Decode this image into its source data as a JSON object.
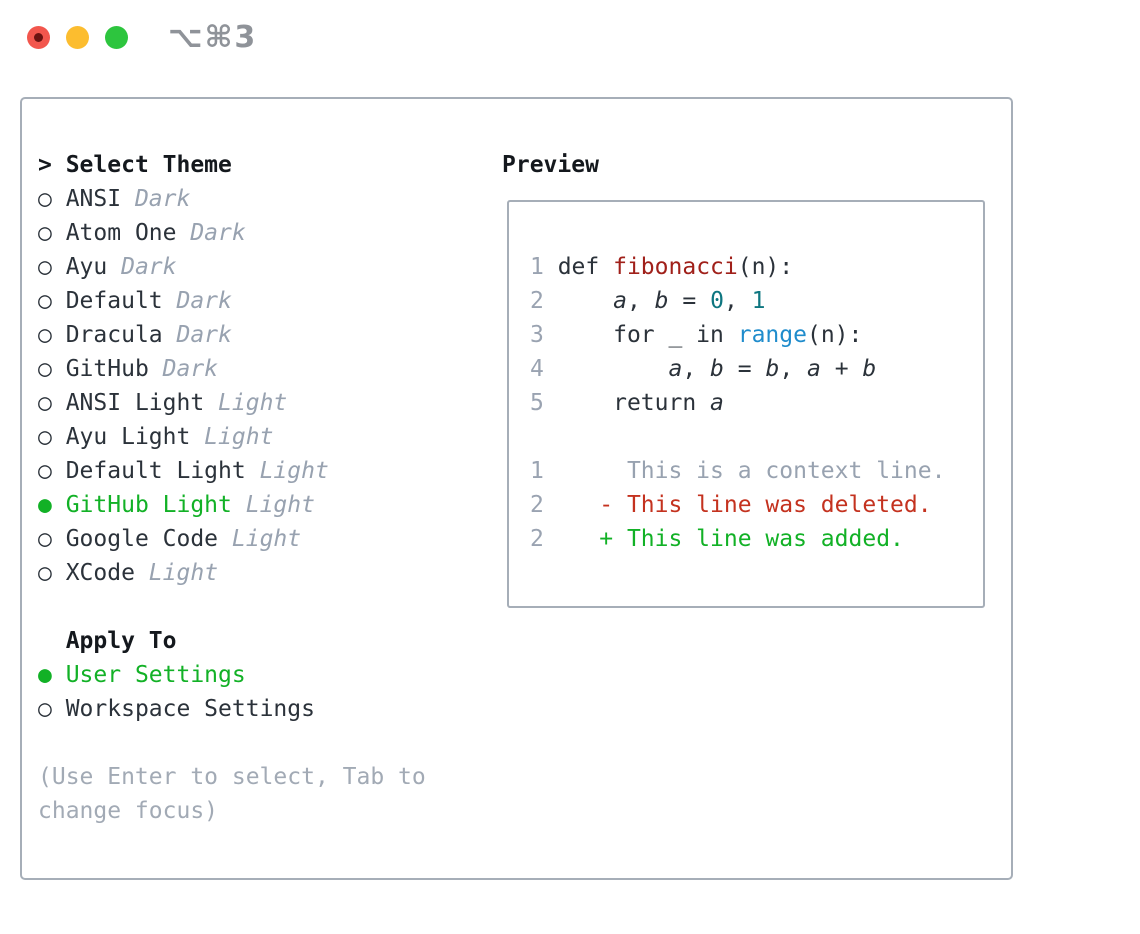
{
  "window": {
    "shortcut": "⌥⌘3"
  },
  "icons": {
    "radio_off": "○",
    "radio_on": "●",
    "cursor": ">"
  },
  "theme_panel": {
    "title": "Select Theme",
    "themes": [
      {
        "name": "ANSI",
        "variant": "Dark",
        "selected": false
      },
      {
        "name": "Atom One",
        "variant": "Dark",
        "selected": false
      },
      {
        "name": "Ayu",
        "variant": "Dark",
        "selected": false
      },
      {
        "name": "Default",
        "variant": "Dark",
        "selected": false
      },
      {
        "name": "Dracula",
        "variant": "Dark",
        "selected": false
      },
      {
        "name": "GitHub",
        "variant": "Dark",
        "selected": false
      },
      {
        "name": "ANSI Light",
        "variant": "Light",
        "selected": false
      },
      {
        "name": "Ayu Light",
        "variant": "Light",
        "selected": false
      },
      {
        "name": "Default Light",
        "variant": "Light",
        "selected": false
      },
      {
        "name": "GitHub Light",
        "variant": "Light",
        "selected": true
      },
      {
        "name": "Google Code",
        "variant": "Light",
        "selected": false
      },
      {
        "name": "XCode",
        "variant": "Light",
        "selected": false
      }
    ],
    "apply_to": {
      "title": "Apply To",
      "options": [
        {
          "label": "User Settings",
          "selected": true
        },
        {
          "label": "Workspace Settings",
          "selected": false
        }
      ]
    },
    "help_lines": [
      "(Use Enter to select, Tab to",
      "change focus)"
    ]
  },
  "preview": {
    "title": "Preview",
    "code_lines": [
      {
        "num": "1",
        "tokens": [
          {
            "t": " def ",
            "c": "code"
          },
          {
            "t": "fibonacci",
            "c": "fn"
          },
          {
            "t": "(n):",
            "c": "code"
          }
        ]
      },
      {
        "num": "2",
        "tokens": [
          {
            "t": "     ",
            "c": "code"
          },
          {
            "t": "a",
            "c": "var"
          },
          {
            "t": ", ",
            "c": "code"
          },
          {
            "t": "b",
            "c": "var"
          },
          {
            "t": " = ",
            "c": "code"
          },
          {
            "t": "0",
            "c": "num"
          },
          {
            "t": ", ",
            "c": "code"
          },
          {
            "t": "1",
            "c": "num"
          }
        ]
      },
      {
        "num": "3",
        "tokens": [
          {
            "t": "     for _ in ",
            "c": "code"
          },
          {
            "t": "range",
            "c": "builtin"
          },
          {
            "t": "(n):",
            "c": "code"
          }
        ]
      },
      {
        "num": "4",
        "tokens": [
          {
            "t": "         ",
            "c": "code"
          },
          {
            "t": "a",
            "c": "var"
          },
          {
            "t": ", ",
            "c": "code"
          },
          {
            "t": "b",
            "c": "var"
          },
          {
            "t": " = ",
            "c": "code"
          },
          {
            "t": "b",
            "c": "var"
          },
          {
            "t": ", ",
            "c": "code"
          },
          {
            "t": "a",
            "c": "var"
          },
          {
            "t": " + ",
            "c": "code"
          },
          {
            "t": "b",
            "c": "var"
          }
        ]
      },
      {
        "num": "5",
        "tokens": [
          {
            "t": "     return ",
            "c": "code"
          },
          {
            "t": "a",
            "c": "var"
          }
        ]
      },
      {
        "num": "",
        "tokens": []
      },
      {
        "num": "1",
        "tokens": [
          {
            "t": "      This is a context line.",
            "c": "ctx"
          }
        ]
      },
      {
        "num": "2",
        "tokens": [
          {
            "t": "    ",
            "c": "code"
          },
          {
            "t": "- This line was deleted.",
            "c": "del"
          }
        ]
      },
      {
        "num": "2",
        "tokens": [
          {
            "t": "    ",
            "c": "code"
          },
          {
            "t": "+ This line was added.",
            "c": "add"
          }
        ]
      }
    ]
  },
  "colors": {
    "accent_green": "#12b126",
    "added_green": "#12b126",
    "deleted_red": "#c4321f",
    "function_red": "#a0201a",
    "number_teal": "#0e7680",
    "builtin_blue": "#1f8ccc",
    "text_dark": "#2b323a",
    "header_black": "#14181d",
    "code_dark": "#2b323a",
    "muted_gray": "#98a2b0",
    "help_gray": "#a2aab5",
    "context_gray": "#98a2b0",
    "line_number_gray": "#9aa3b1",
    "border_gray": "#a6aeb8",
    "shortcut_gray": "#8f9399",
    "btn_red": "#f2564d",
    "btn_red_dot": "#6b1311",
    "btn_yellow": "#fcbd2f",
    "btn_green": "#2dc53e"
  }
}
